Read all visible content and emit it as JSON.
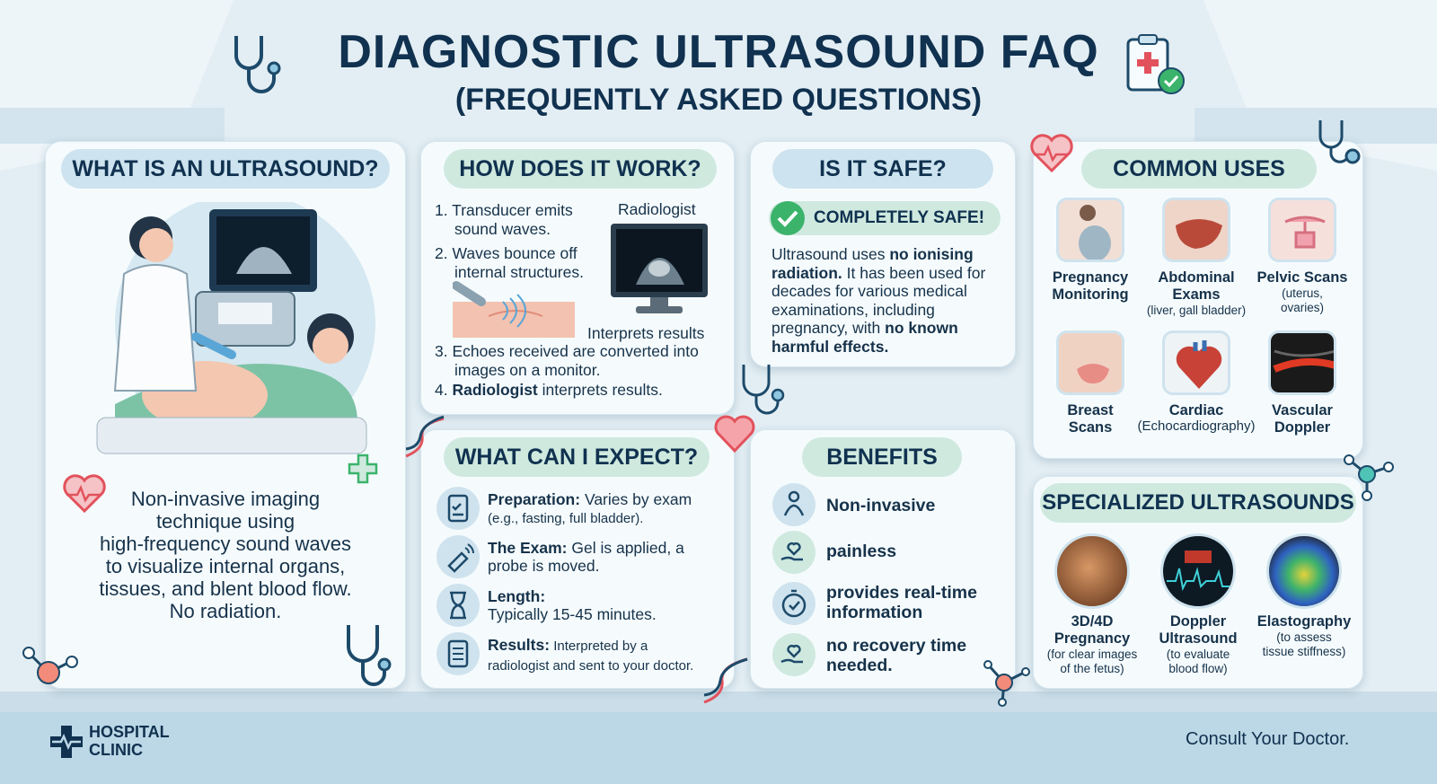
{
  "header": {
    "title": "DIAGNOSTIC ULTRASOUND FAQ",
    "subtitle": "(FREQUENTLY ASKED QUESTIONS)"
  },
  "what_is": {
    "heading": "WHAT IS AN ULTRASOUND?",
    "lines": [
      "Non-invasive imaging",
      "technique using",
      "high-frequency sound waves",
      "to visualize internal organs,",
      "tissues,  and blent blood flow.",
      "No radiation."
    ]
  },
  "how": {
    "heading": "HOW DOES IT WORK?",
    "radiologist_label": "Radiologist",
    "interprets_label": "Interprets results",
    "steps": [
      {
        "num": "1.",
        "line1": "Transducer emits",
        "line2": "sound waves."
      },
      {
        "num": "2.",
        "line1": "Waves bounce off",
        "line2": "internal structures."
      },
      {
        "num": "3.",
        "line1": "Echoes received are converted into",
        "line2": "images on a monitor."
      },
      {
        "num": "4.",
        "bold": "Radiologist",
        "rest": " interprets results."
      }
    ]
  },
  "safe": {
    "heading": "IS IT SAFE?",
    "badge": "COMPLETELY SAFE!",
    "p1": "Ultrasound uses ",
    "b1": "no ionising",
    "b2": "radiation.",
    "p2": " It has been used for",
    "p3": "decades for various medical",
    "p4": "examinations, including",
    "p5": "pregnancy, with ",
    "b3": "no known",
    "b4": "harmful effects."
  },
  "uses": {
    "heading": "COMMON USES",
    "items": [
      {
        "name": "Pregnancy",
        "name2": "Monitoring",
        "detail": "",
        "detail2": ""
      },
      {
        "name": "Abdominal",
        "name2": "Exams",
        "detail": "(liver, gall bladder)",
        "detail2": ""
      },
      {
        "name": "Pelvic Scans",
        "name2": "",
        "detail": "(uterus,",
        "detail2": "ovaries)"
      },
      {
        "name": "Breast",
        "name2": "Scans",
        "detail": "",
        "detail2": ""
      },
      {
        "name": "Cardiac",
        "name2": "",
        "detail": "(Echocardiography)",
        "detail2": ""
      },
      {
        "name": "Vascular",
        "name2": "Doppler",
        "detail": "",
        "detail2": ""
      }
    ]
  },
  "expect": {
    "heading": "WHAT CAN I EXPECT?",
    "items": [
      {
        "label": "Preparation:",
        "text": " Varies by exam",
        "text2": "(e.g., fasting, full bladder).",
        "icon": "clipboard-check-icon"
      },
      {
        "label": "The Exam:",
        "text": " Gel is applied, a",
        "text2": "probe is moved.",
        "icon": "probe-icon"
      },
      {
        "label": "Length:",
        "text": "",
        "text2": "Typically 15-45 minutes.",
        "icon": "hourglass-icon"
      },
      {
        "label": "Results:",
        "text": " Interpreted by a",
        "text2": "radiologist and sent to your doctor.",
        "icon": "report-icon"
      }
    ]
  },
  "benefits": {
    "heading": "BENEFITS",
    "items": [
      {
        "line1": "Non-invasive",
        "line2": "",
        "icon": "person-icon"
      },
      {
        "line1": "painless",
        "line2": "",
        "icon": "heart-hand-icon"
      },
      {
        "line1": "provides real-time",
        "line2": "information",
        "icon": "timer-icon"
      },
      {
        "line1": "no recovery time",
        "line2": "needed.",
        "icon": "heart-hand-icon"
      }
    ]
  },
  "special": {
    "heading": "SPECIALIZED ULTRASOUNDS",
    "items": [
      {
        "name": "3D/4D",
        "name2": "Pregnancy",
        "detail": "(for clear images",
        "detail2": "of the fetus)"
      },
      {
        "name": "Doppler",
        "name2": "Ultrasound",
        "detail": "(to evaluate",
        "detail2": "blood flow)"
      },
      {
        "name": "Elastography",
        "name2": "",
        "detail": "(to assess",
        "detail2": "tissue stiffness)"
      }
    ]
  },
  "footer": {
    "logo_line1": "HOSPITAL",
    "logo_line2": "CLINIC",
    "note": "Consult Your Doctor."
  },
  "colors": {
    "navy": "#10314f",
    "pill_blue": "#cde3ef",
    "pill_green": "#cfe9df",
    "accent_green": "#3bb36b",
    "heart_red": "#e2525c"
  }
}
